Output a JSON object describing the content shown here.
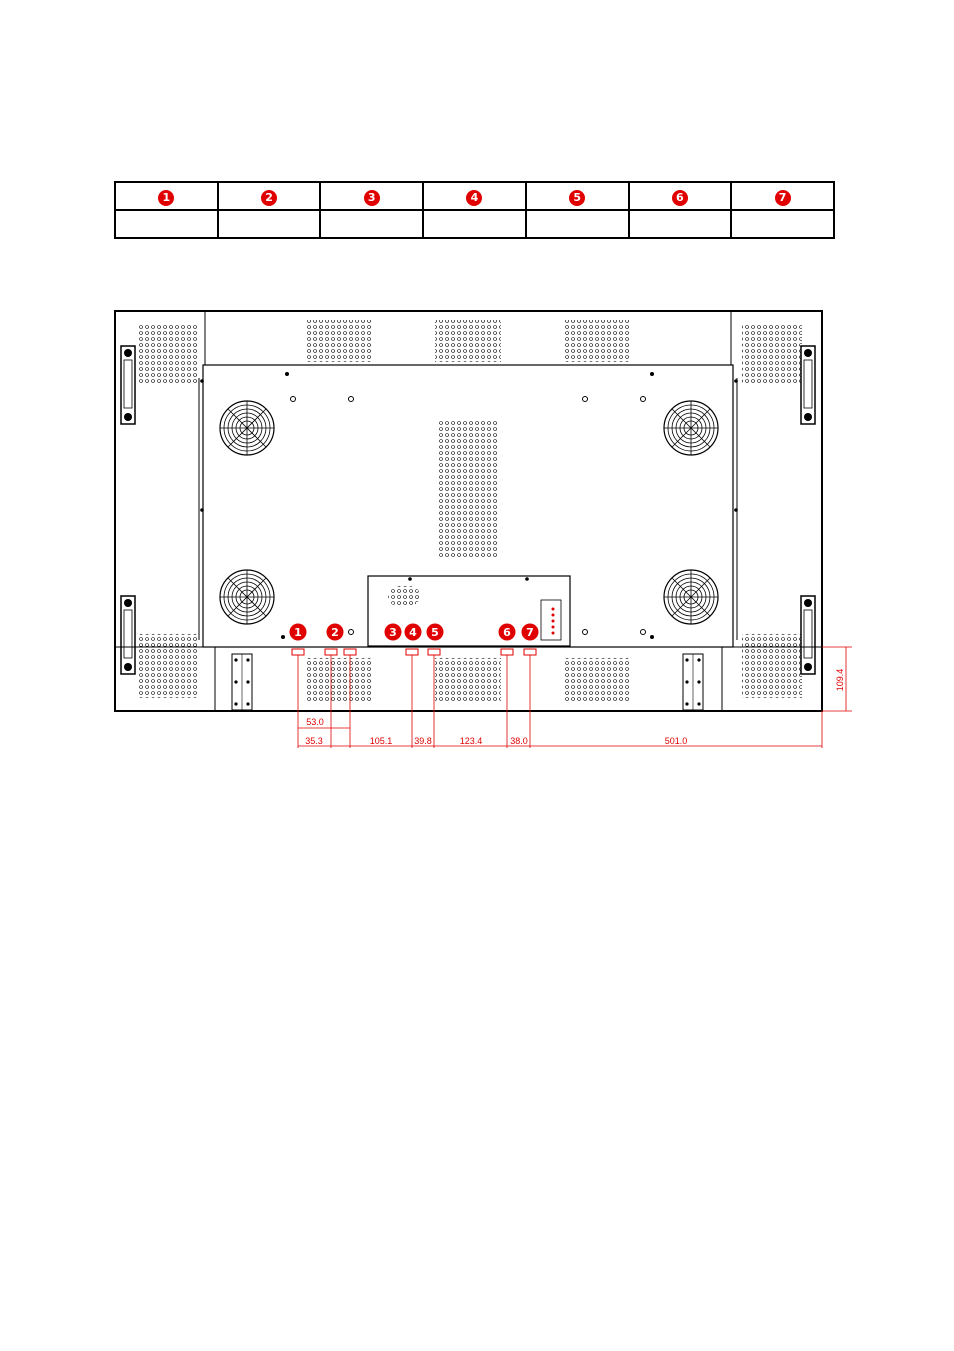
{
  "legend": {
    "markers": [
      "1",
      "2",
      "3",
      "4",
      "5",
      "6",
      "7"
    ],
    "values": [
      "",
      "",
      "",
      "",
      "",
      "",
      ""
    ]
  },
  "diagram": {
    "callouts": [
      "1",
      "2",
      "3",
      "4",
      "5",
      "6",
      "7"
    ],
    "dimensions": {
      "d_53_0": "53.0",
      "d_35_3": "35.3",
      "d_105_1": "105.1",
      "d_39_8": "39.8",
      "d_123_4": "123.4",
      "d_38_0": "38.0",
      "d_501_0": "501.0",
      "d_109_4": "109.4"
    },
    "colors": {
      "line": "#000000",
      "dimension": "#e00000",
      "marker": "#e00000"
    }
  }
}
